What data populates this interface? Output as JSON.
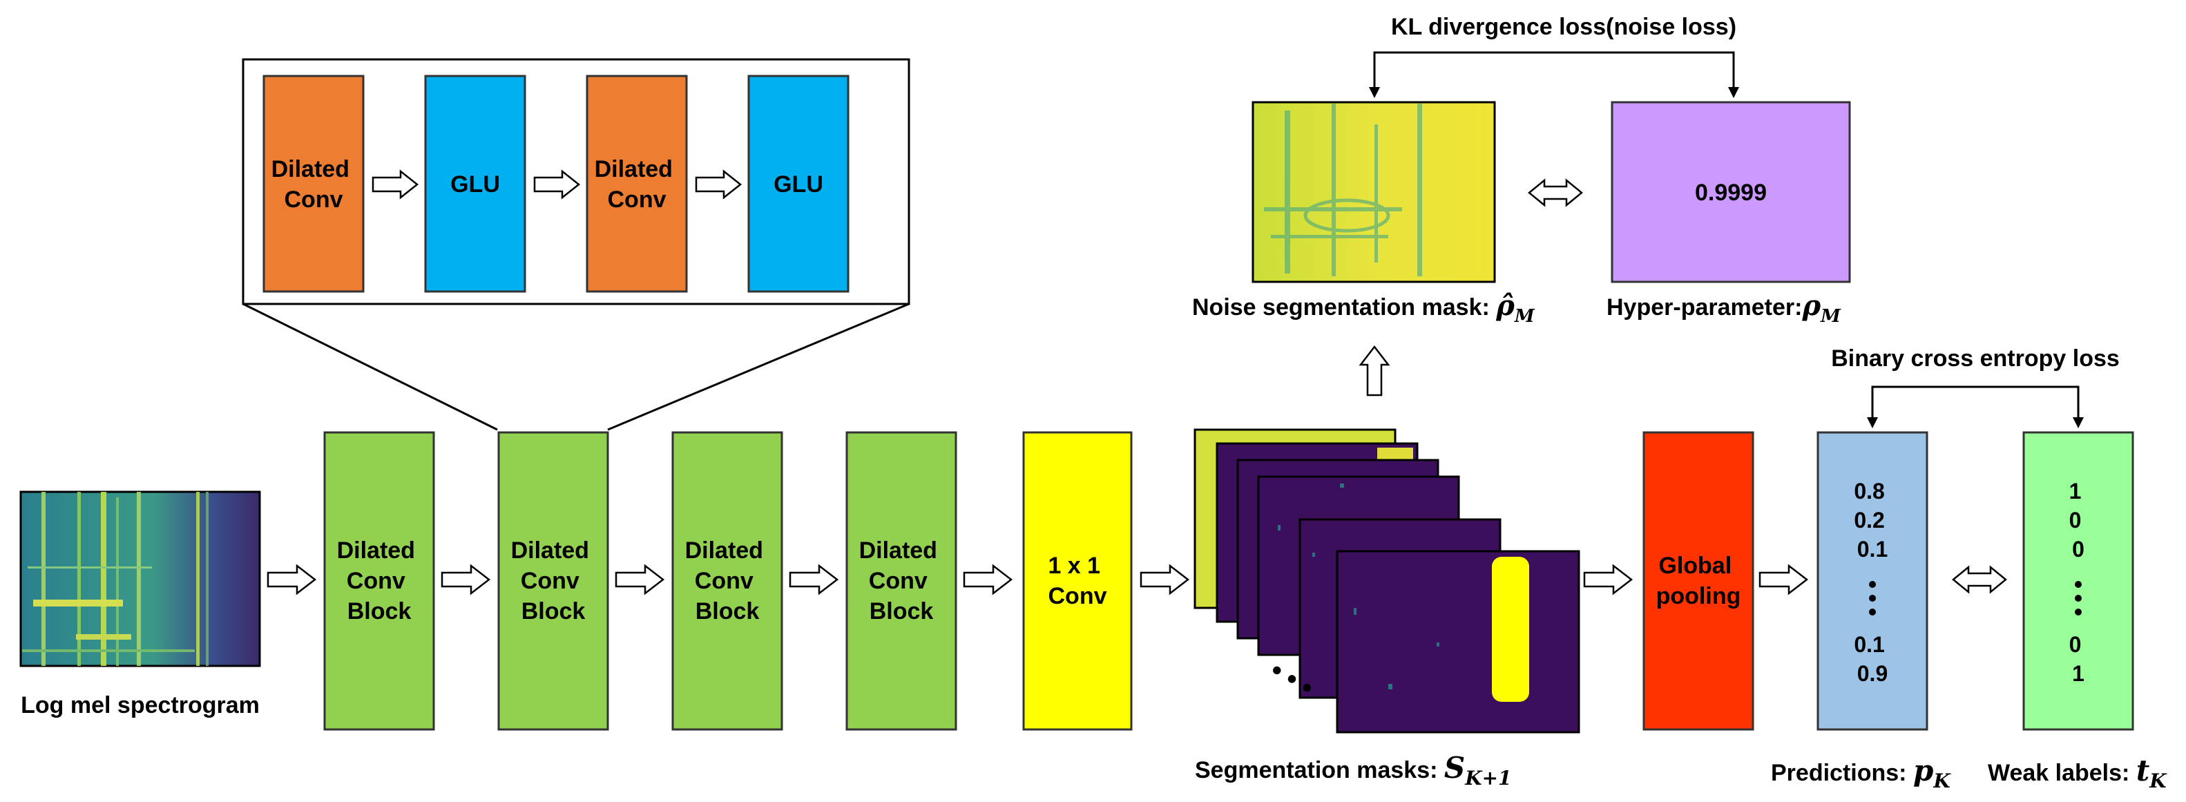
{
  "input_label": "Log mel spectrogram",
  "zoom": {
    "block1": [
      "Dilated",
      "Conv"
    ],
    "block2": "GLU",
    "block3": [
      "Dilated",
      "Conv"
    ],
    "block4": "GLU"
  },
  "conv_blocks": [
    [
      "Dilated",
      "Conv",
      "Block"
    ],
    [
      "Dilated",
      "Conv",
      "Block"
    ],
    [
      "Dilated",
      "Conv",
      "Block"
    ],
    [
      "Dilated",
      "Conv",
      "Block"
    ]
  ],
  "one_by_one": [
    "1 x 1",
    "Conv"
  ],
  "segmentation_label_prefix": "Segmentation masks: ",
  "segmentation_symbol": "S",
  "segmentation_subscript": "K+1",
  "ellipsis": "• • •",
  "global_pooling": [
    "Global",
    "pooling"
  ],
  "predictions": {
    "values_top": [
      "0.8",
      "0.2",
      "0.1"
    ],
    "values_bottom": [
      "0.1",
      "0.9"
    ],
    "label_prefix": "Predictions: ",
    "symbol": "p",
    "subscript": "K"
  },
  "weak_labels": {
    "values_top": [
      "1",
      "0",
      "0"
    ],
    "values_bottom": [
      "0",
      "1"
    ],
    "label_prefix": "Weak labels: ",
    "symbol": "t",
    "subscript": "K"
  },
  "bce_loss": "Binary cross entropy loss",
  "kl_loss": "KL divergence loss(noise loss)",
  "noise_mask": {
    "label_prefix": "Noise segmentation mask: ",
    "symbol": "ρ̂",
    "subscript": "M"
  },
  "hyper_param": {
    "value": "0.9999",
    "label_prefix": "Hyper-parameter:",
    "symbol": "ρ",
    "subscript": "M"
  },
  "colors": {
    "orange": "#ED7D31",
    "cyan": "#00B0F0",
    "green": "#92D050",
    "yellow": "#FFFF00",
    "red": "#FF3300",
    "light_blue": "#9DC3E6",
    "light_green": "#99FF99",
    "purple": "#CC99FF",
    "mask_yellow": "#E9E83A",
    "mask_purple": "#3B0F5C"
  }
}
